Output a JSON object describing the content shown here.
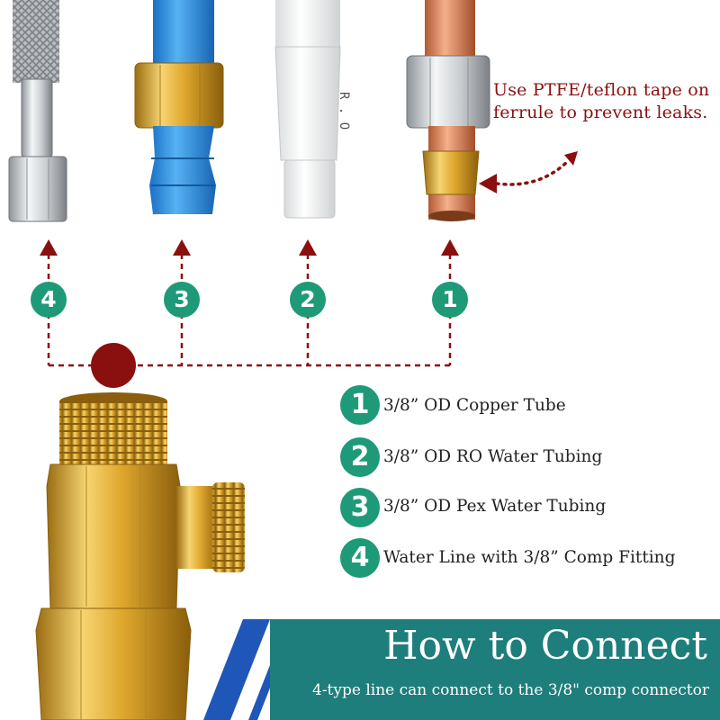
{
  "tape_note": "Use PTFE/teflon tape on ferrule to prevent leaks.",
  "badges": [
    "4",
    "3",
    "2",
    "1"
  ],
  "legend": [
    {
      "num": "1",
      "text": "3/8” OD Copper Tube"
    },
    {
      "num": "2",
      "text": "3/8” OD RO Water Tubing"
    },
    {
      "num": "3",
      "text": "3/8” OD Pex Water Tubing"
    },
    {
      "num": "4",
      "text": "Water Line with 3/8” Comp Fitting"
    }
  ],
  "banner": {
    "title": "How to Connect",
    "subtitle": "4-type line can connect to the 3/8\" comp connector"
  },
  "colors": {
    "accent_green": "#1f9a78",
    "arrow_red": "#8a1010",
    "banner_teal": "#1e7e7c",
    "banner_blue": "#1f57b8"
  }
}
